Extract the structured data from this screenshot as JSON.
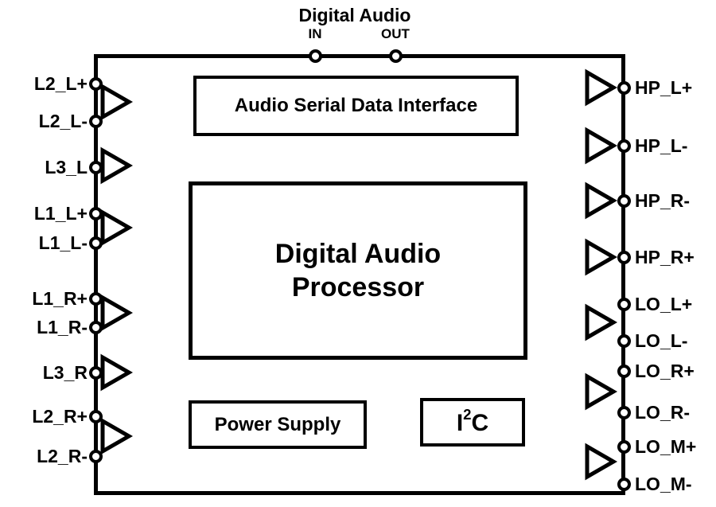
{
  "top": {
    "title": "Digital Audio",
    "in_label": "IN",
    "out_label": "OUT"
  },
  "blocks": {
    "serial_interface": "Audio Serial Data Interface",
    "processor_line1": "Digital Audio",
    "processor_line2": "Processor",
    "power_supply": "Power Supply",
    "i2c": {
      "pre": "I",
      "sup": "2",
      "post": "C"
    }
  },
  "left_pins": [
    "L2_L+",
    "L2_L-",
    "L3_L",
    "L1_L+",
    "L1_L-",
    "L1_R+",
    "L1_R-",
    "L3_R",
    "L2_R+",
    "L2_R-"
  ],
  "right_pins": [
    "HP_L+",
    "HP_L-",
    "HP_R-",
    "HP_R+",
    "LO_L+",
    "LO_L-",
    "LO_R+",
    "LO_R-",
    "LO_M+",
    "LO_M-"
  ]
}
